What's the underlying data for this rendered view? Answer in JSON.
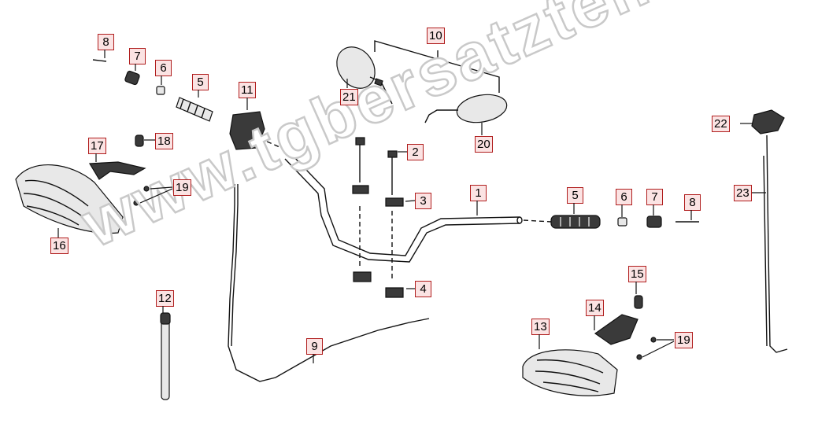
{
  "watermark": "www.tgbersatzteile.de",
  "accent_color": "#b01d1d",
  "callout_fill": "#fbe3e3",
  "callouts": {
    "c8_left": "8",
    "c7_left": "7",
    "c6_left": "6",
    "c5_left": "5",
    "c11": "11",
    "c10": "10",
    "c21": "21",
    "c20": "20",
    "c22": "22",
    "c17": "17",
    "c18": "18",
    "c19_left": "19",
    "c16": "16",
    "c2": "2",
    "c3": "3",
    "c1": "1",
    "c5_right": "5",
    "c6_right": "6",
    "c7_right": "7",
    "c8_right": "8",
    "c23": "23",
    "c15": "15",
    "c14": "14",
    "c12": "12",
    "c4": "4",
    "c9": "9",
    "c13": "13",
    "c19_right": "19"
  }
}
